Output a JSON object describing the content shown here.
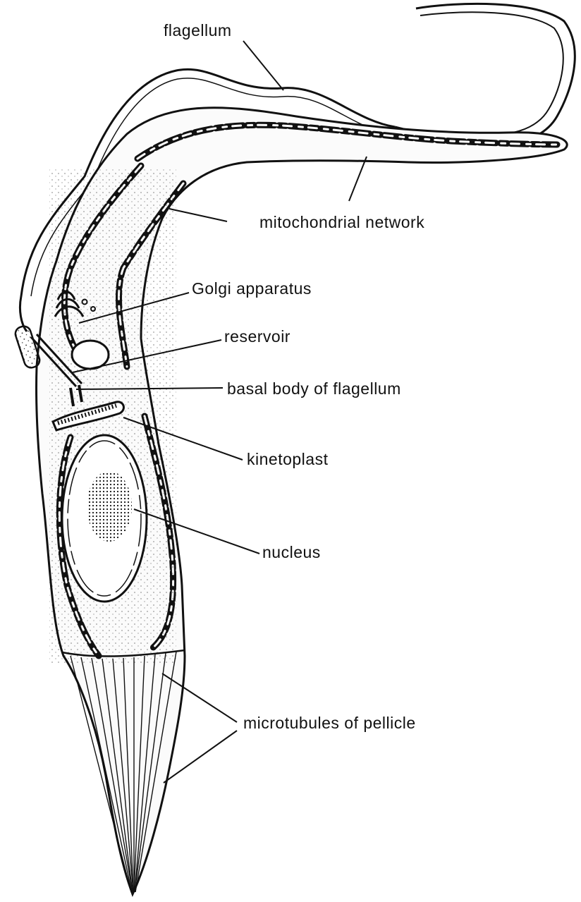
{
  "diagram": {
    "labels": {
      "flagellum": "flagellum",
      "mitochondrial_network": "mitochondrial network",
      "golgi_apparatus": "Golgi apparatus",
      "reservoir": "reservoir",
      "basal_body": "basal body of flagellum",
      "kinetoplast": "kinetoplast",
      "nucleus": "nucleus",
      "microtubules": "microtubules of pellicle"
    },
    "colors": {
      "ink": "#111111",
      "paper": "#ffffff",
      "cell": "#fbfbfb"
    }
  }
}
